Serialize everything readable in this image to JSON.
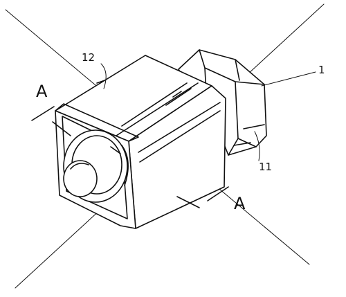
{
  "labels": {
    "part_1": "1",
    "part_11": "11",
    "part_12": "12"
  },
  "section": {
    "left": "A",
    "right": "A"
  },
  "colors": {
    "ink": "#111111",
    "paper": "#ffffff"
  }
}
